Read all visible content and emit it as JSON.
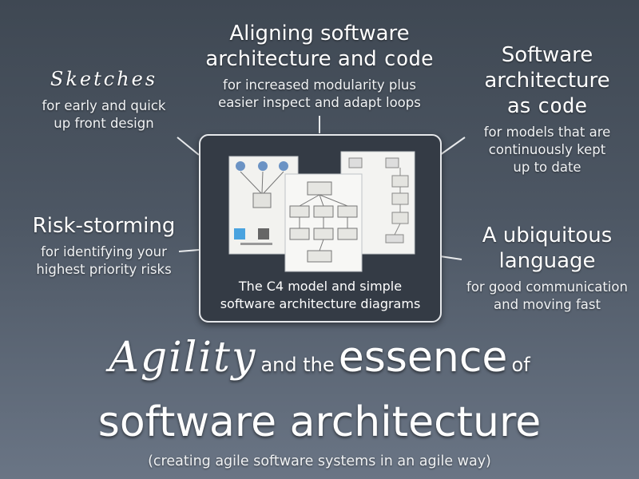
{
  "center": {
    "heading_part1": "Aligning software",
    "heading_part2": "architecture and",
    "heading_code": "code",
    "sub_line1": "for increased modularity plus",
    "sub_line2": "easier inspect and adapt loops"
  },
  "sketches": {
    "heading": "Sketches",
    "sub_line1": "for early and quick",
    "sub_line2": "up front design"
  },
  "arch_as_code": {
    "heading_line1": "Software",
    "heading_line2": "architecture",
    "heading_as": "as",
    "heading_code": "code",
    "sub_line1": "for models that are",
    "sub_line2": "continuously kept",
    "sub_line3": "up to date"
  },
  "risk": {
    "heading": "Risk-storming",
    "sub_line1": "for identifying your",
    "sub_line2": "highest priority risks"
  },
  "language": {
    "heading_line1": "A ubiquitous",
    "heading_line2": "language",
    "sub_line1": "for good communication",
    "sub_line2": "and moving fast"
  },
  "panel": {
    "caption_line1": "The C4 model and simple",
    "caption_line2": "software architecture diagrams"
  },
  "title": {
    "word_agility": "Agility",
    "word_and_the": "and the",
    "word_essence": "essence",
    "word_of": "of",
    "line2": "software architecture",
    "tagline": "(creating agile software systems in an agile way)"
  },
  "colors": {
    "background_top": "#3f4853",
    "background_bottom": "#6a7585",
    "panel_fill": "#343b45",
    "panel_border": "#e6e8eb",
    "text": "#ffffff"
  }
}
